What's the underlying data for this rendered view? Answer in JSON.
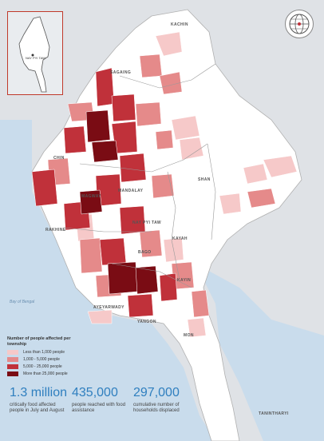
{
  "map": {
    "regions": [
      "KACHIN",
      "SAGAING",
      "CHIN",
      "MAGWAY",
      "MANDALAY",
      "SHAN",
      "NAY PYI TAW",
      "RAKHINE",
      "KAYAH",
      "BAGO",
      "KAYIN",
      "AYEYARWADY",
      "YANGON",
      "MON",
      "TANINTHARYI"
    ],
    "sea_label": "Bay of Bengal",
    "inset_capital": "NAY PYI TAW",
    "logo": "globe-logo"
  },
  "legend": {
    "title": "Number of people affected per township",
    "items": [
      {
        "label": "Less than 1,000 people",
        "color": "#f6c9c9"
      },
      {
        "label": "1,000 - 5,000 people",
        "color": "#e58a8a"
      },
      {
        "label": "5,000 - 25,000 people",
        "color": "#c0313a"
      },
      {
        "label": "More than 25,000 people",
        "color": "#7a0c14"
      }
    ]
  },
  "stats": [
    {
      "value": "1.3 million",
      "caption": "critically food affected people in July and August"
    },
    {
      "value": "435,000",
      "caption": "people reached with food assistance"
    },
    {
      "value": "297,000",
      "caption": "cumulative number of households displaced"
    }
  ],
  "colors": {
    "land": "#ffffff",
    "neighbor": "#dfe2e6",
    "sea": "#c9dcec",
    "border": "#b0b0b0",
    "accent": "#2f7fbf"
  }
}
